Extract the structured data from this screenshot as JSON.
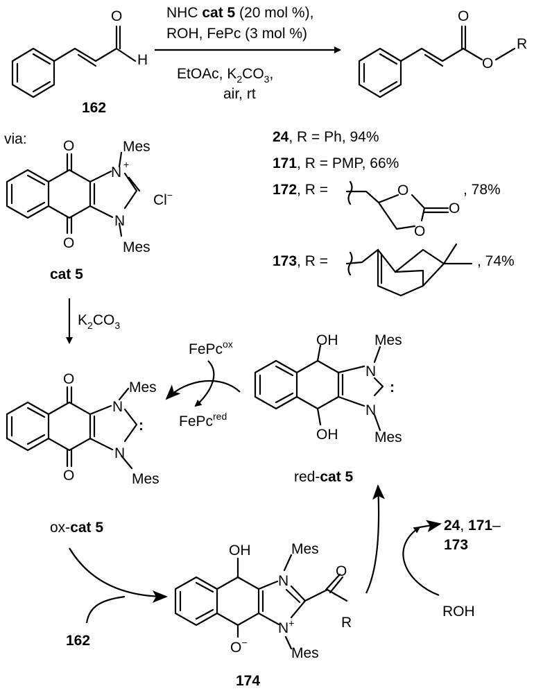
{
  "reaction": {
    "cond1a": "NHC ",
    "cond1b": "cat 5",
    "cond1c": " (20 mol %),",
    "cond2": "ROH, FePc (3 mol %)",
    "cond3a": "EtOAc, K",
    "cond3sub1": "2",
    "cond3b": "CO",
    "cond3sub2": "3",
    "cond3c": ",",
    "cond4": "air, rt"
  },
  "substrate": {
    "aldehyde_O": "O",
    "aldehyde_H": "H",
    "label": "162"
  },
  "product": {
    "O1": "O",
    "O2": "O",
    "R": "R"
  },
  "results": {
    "r24_id": "24",
    "r24_text": ", R = Ph, 94%",
    "r171_id": "171",
    "r171_text": ", R = PMP, 66%",
    "r172_id": "172",
    "r172_text": ", R =",
    "r172_yield": ", 78%",
    "r173_id": "173",
    "r173_text": ", R =",
    "r173_yield": ", 74%",
    "O": "O"
  },
  "catalyst": {
    "via": "via:",
    "O": "O",
    "N": "N",
    "plus": "+",
    "mes": "Mes",
    "cl": "Cl",
    "minus": "−",
    "label": "cat 5"
  },
  "step": {
    "k": "K",
    "sub2": "2",
    "co": "CO",
    "sub3": "3"
  },
  "oxcat": {
    "O": "O",
    "N": "N",
    "mes": "Mes",
    "carbene": ":",
    "label_prefix": "ox-",
    "label_bold": "cat 5"
  },
  "fepc": {
    "base": "FePc",
    "ox": "ox",
    "red": "red"
  },
  "redcat": {
    "OH": "OH",
    "N": "N",
    "mes": "Mes",
    "carbene": ":",
    "label_prefix": "red-",
    "label_bold": "cat 5"
  },
  "intermediate": {
    "OH": "OH",
    "N": "N",
    "plus": "+",
    "mes": "Mes",
    "O": "O",
    "minus": "−",
    "R": "R",
    "label": "174",
    "feed": "162"
  },
  "release": {
    "p1": "24",
    "sep": ", ",
    "p2": "171",
    "dash": "–",
    "p3": "173",
    "roh": "ROH"
  }
}
